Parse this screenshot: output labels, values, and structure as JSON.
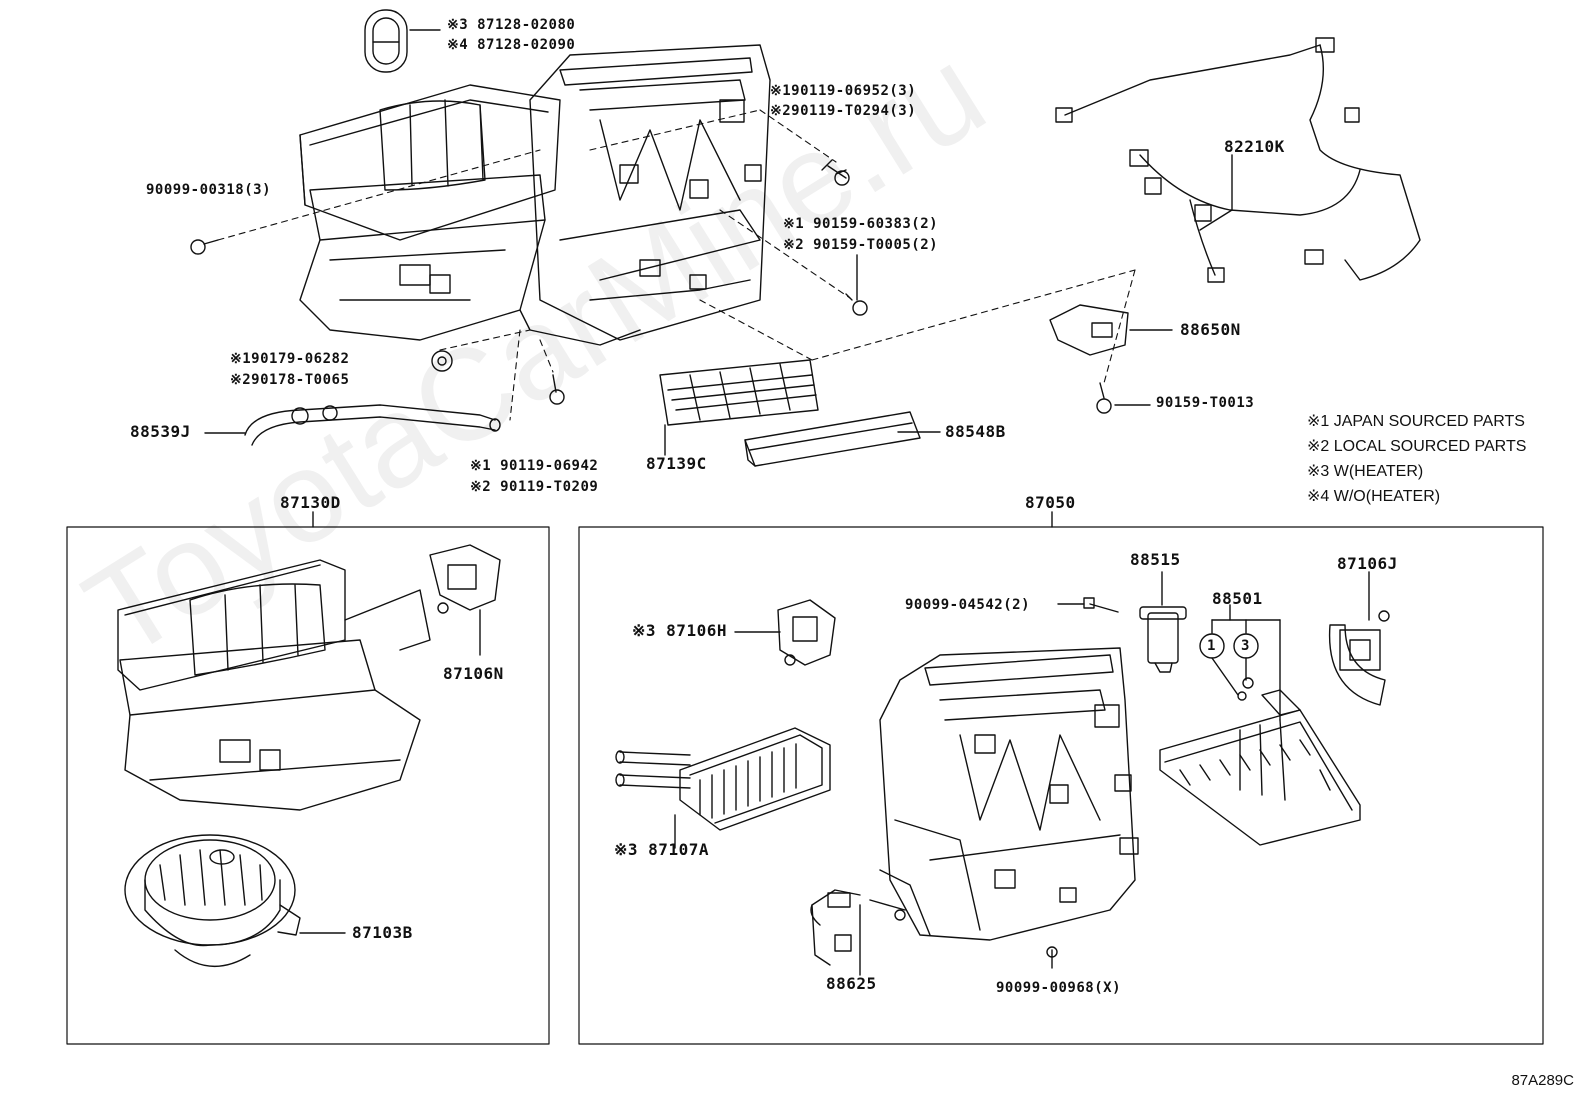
{
  "watermark": "ToyotaCarMine.ru",
  "figure_id": "87A289C",
  "notes": [
    "※1 JAPAN SOURCED PARTS",
    "※2 LOCAL SOURCED PARTS",
    "※3 W(HEATER)",
    "※4 W/O(HEATER)"
  ],
  "labels": {
    "grommet_a": "※3 87128-02080",
    "grommet_b": "※4 87128-02090",
    "screw_top_a": "※190119-06952(3)",
    "screw_top_b": "※290119-T0294(3)",
    "screw_left": "90099-00318(3)",
    "harness": "82210K",
    "screw_mid_a": "※1 90159-60383(2)",
    "screw_mid_b": "※2 90159-T0005(2)",
    "sensor": "88650N",
    "clamp_a": "※190179-06282",
    "clamp_b": "※290178-T0065",
    "screw_sensor": "90159-T0013",
    "drain_hose": "88539J",
    "filter_cover": "88548B",
    "filter": "87139C",
    "screw_bottom_a": "※1 90119-06942",
    "screw_bottom_b": "※2 90119-T0209",
    "blower_assy": "87130D",
    "unit_assy": "87050",
    "servo_n": "87106N",
    "blower_motor": "87103B",
    "exp_valve": "88515",
    "screw_valve": "90099-04542(2)",
    "oring": "88501",
    "oring_1": "1",
    "oring_3": "3",
    "servo_j": "87106J",
    "servo_h": "※3 87106H",
    "heater_core": "※3 87107A",
    "thermistor": "88625",
    "screw_unit": "90099-00968(X)"
  }
}
